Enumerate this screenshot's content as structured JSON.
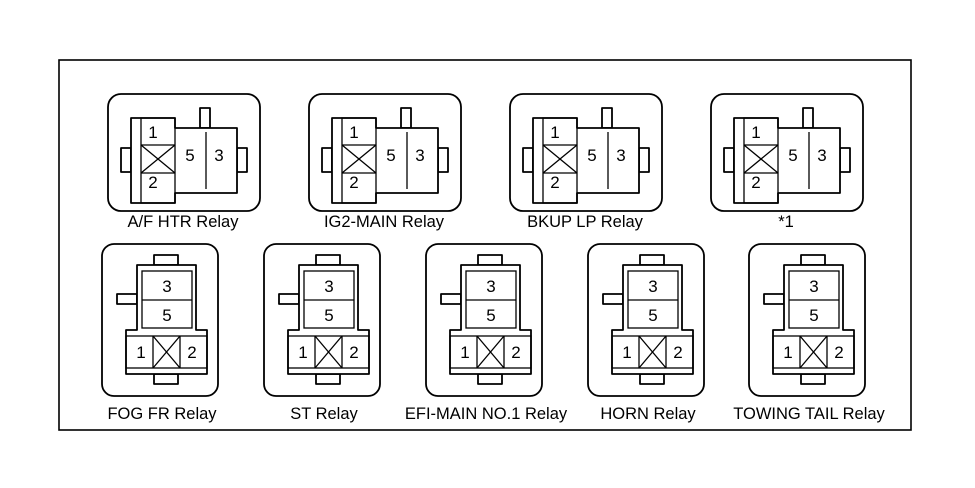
{
  "relays_top": [
    {
      "caption": "A/F HTR Relay",
      "pins": [
        "1",
        "2",
        "5",
        "3"
      ]
    },
    {
      "caption": "IG2-MAIN Relay",
      "pins": [
        "1",
        "2",
        "5",
        "3"
      ]
    },
    {
      "caption": "BKUP LP Relay",
      "pins": [
        "1",
        "2",
        "5",
        "3"
      ]
    },
    {
      "caption": "*1",
      "pins": [
        "1",
        "2",
        "5",
        "3"
      ]
    }
  ],
  "relays_bottom": [
    {
      "caption": "FOG FR Relay",
      "pins": [
        "3",
        "5",
        "1",
        "2"
      ]
    },
    {
      "caption": "ST Relay",
      "pins": [
        "3",
        "5",
        "1",
        "2"
      ]
    },
    {
      "caption": "EFI-MAIN NO.1 Relay",
      "pins": [
        "3",
        "5",
        "1",
        "2"
      ]
    },
    {
      "caption": "HORN Relay",
      "pins": [
        "3",
        "5",
        "1",
        "2"
      ]
    },
    {
      "caption": "TOWING TAIL Relay",
      "pins": [
        "3",
        "5",
        "1",
        "2"
      ]
    }
  ]
}
